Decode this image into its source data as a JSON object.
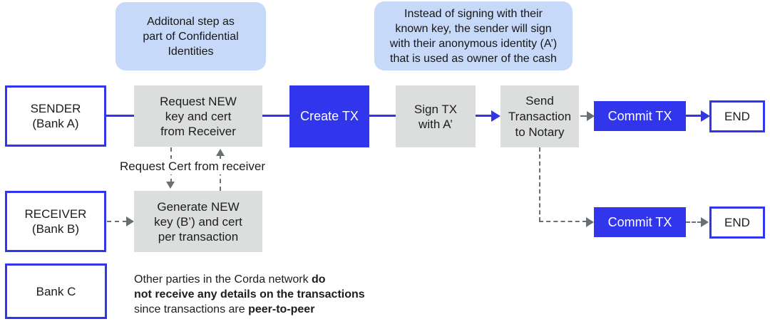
{
  "palette": {
    "blue": "#3136EC",
    "light_blue_callout": "#C7D9F8",
    "gray_step": "#DCDEDD",
    "arrow_gray": "#6a6f73",
    "text": "#1d1d1f"
  },
  "callouts": {
    "confidential": "Additonal step as\npart of Confidential\nIdentities",
    "anonymous": "Instead of signing with their\nknown key, the sender will sign\nwith their anonymous identity (A’)\nthat is used as owner of the cash"
  },
  "actors": {
    "sender": "SENDER\n(Bank A)",
    "receiver": "RECEIVER\n(Bank B)",
    "bank_c": "Bank C"
  },
  "steps": {
    "request_key": "Request NEW\nkey and cert\nfrom Receiver",
    "create_tx": "Create TX",
    "sign_tx": "Sign TX\nwith A’",
    "send_to_notary": "Send\nTransaction\nto Notary",
    "commit_tx_sender": "Commit TX",
    "end_sender": "END",
    "generate_key": "Generate NEW\nkey (B’) and cert\nper transaction",
    "commit_tx_receiver": "Commit TX",
    "end_receiver": "END"
  },
  "labels": {
    "request_cert": "Request Cert from receiver"
  },
  "note": {
    "lines": [
      {
        "segments": [
          {
            "t": "Other parties in the Corda network ",
            "b": false
          },
          {
            "t": "do",
            "b": true
          }
        ]
      },
      {
        "segments": [
          {
            "t": "not receive any details on the transactions",
            "b": true
          }
        ]
      },
      {
        "segments": [
          {
            "t": "since transactions are ",
            "b": false
          },
          {
            "t": "peer-to-peer",
            "b": true
          }
        ]
      }
    ]
  }
}
